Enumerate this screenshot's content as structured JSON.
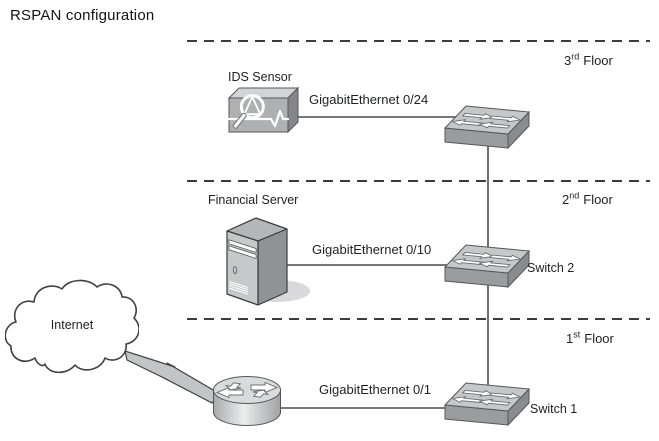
{
  "title": "RSPAN configuration",
  "floors": [
    {
      "number": "3",
      "ordinal": "rd",
      "word": "Floor"
    },
    {
      "number": "2",
      "ordinal": "nd",
      "word": "Floor"
    },
    {
      "number": "1",
      "ordinal": "st",
      "word": "Floor"
    }
  ],
  "nodes": {
    "internet": {
      "label": "Internet",
      "icon": "cloud-icon"
    },
    "ids_sensor": {
      "label": "IDS Sensor",
      "icon": "ids-sensor-icon"
    },
    "financial_server": {
      "label": "Financial Server",
      "icon": "server-tower-icon"
    },
    "router": {
      "icon": "router-icon"
    },
    "floor3_switch": {
      "icon": "switch-icon"
    },
    "switch2": {
      "label": "Switch 2",
      "icon": "switch-icon"
    },
    "switch1": {
      "label": "Switch 1",
      "icon": "switch-icon"
    }
  },
  "links": [
    {
      "from": "IDS Sensor",
      "to": "3rd floor switch",
      "label": "GigabitEthernet 0/24"
    },
    {
      "from": "Financial Server",
      "to": "Switch 2",
      "label": "GigabitEthernet 0/10"
    },
    {
      "from": "Router",
      "to": "Switch 1",
      "label": "GigabitEthernet 0/1"
    },
    {
      "from": "3rd floor switch",
      "to": "Switch 2",
      "label": ""
    },
    {
      "from": "Switch 2",
      "to": "Switch 1",
      "label": ""
    },
    {
      "from": "Internet",
      "to": "Router",
      "label": ""
    }
  ],
  "colors": {
    "background": "#ffffff",
    "text": "#1f2022",
    "connection_line": "#4a4b4d",
    "floor_separator": "#3a3b3d",
    "icon_light_gray": "#c6c8ca",
    "icon_mid_gray": "#9a9c9e",
    "icon_dark_gray": "#8a8c8e"
  }
}
